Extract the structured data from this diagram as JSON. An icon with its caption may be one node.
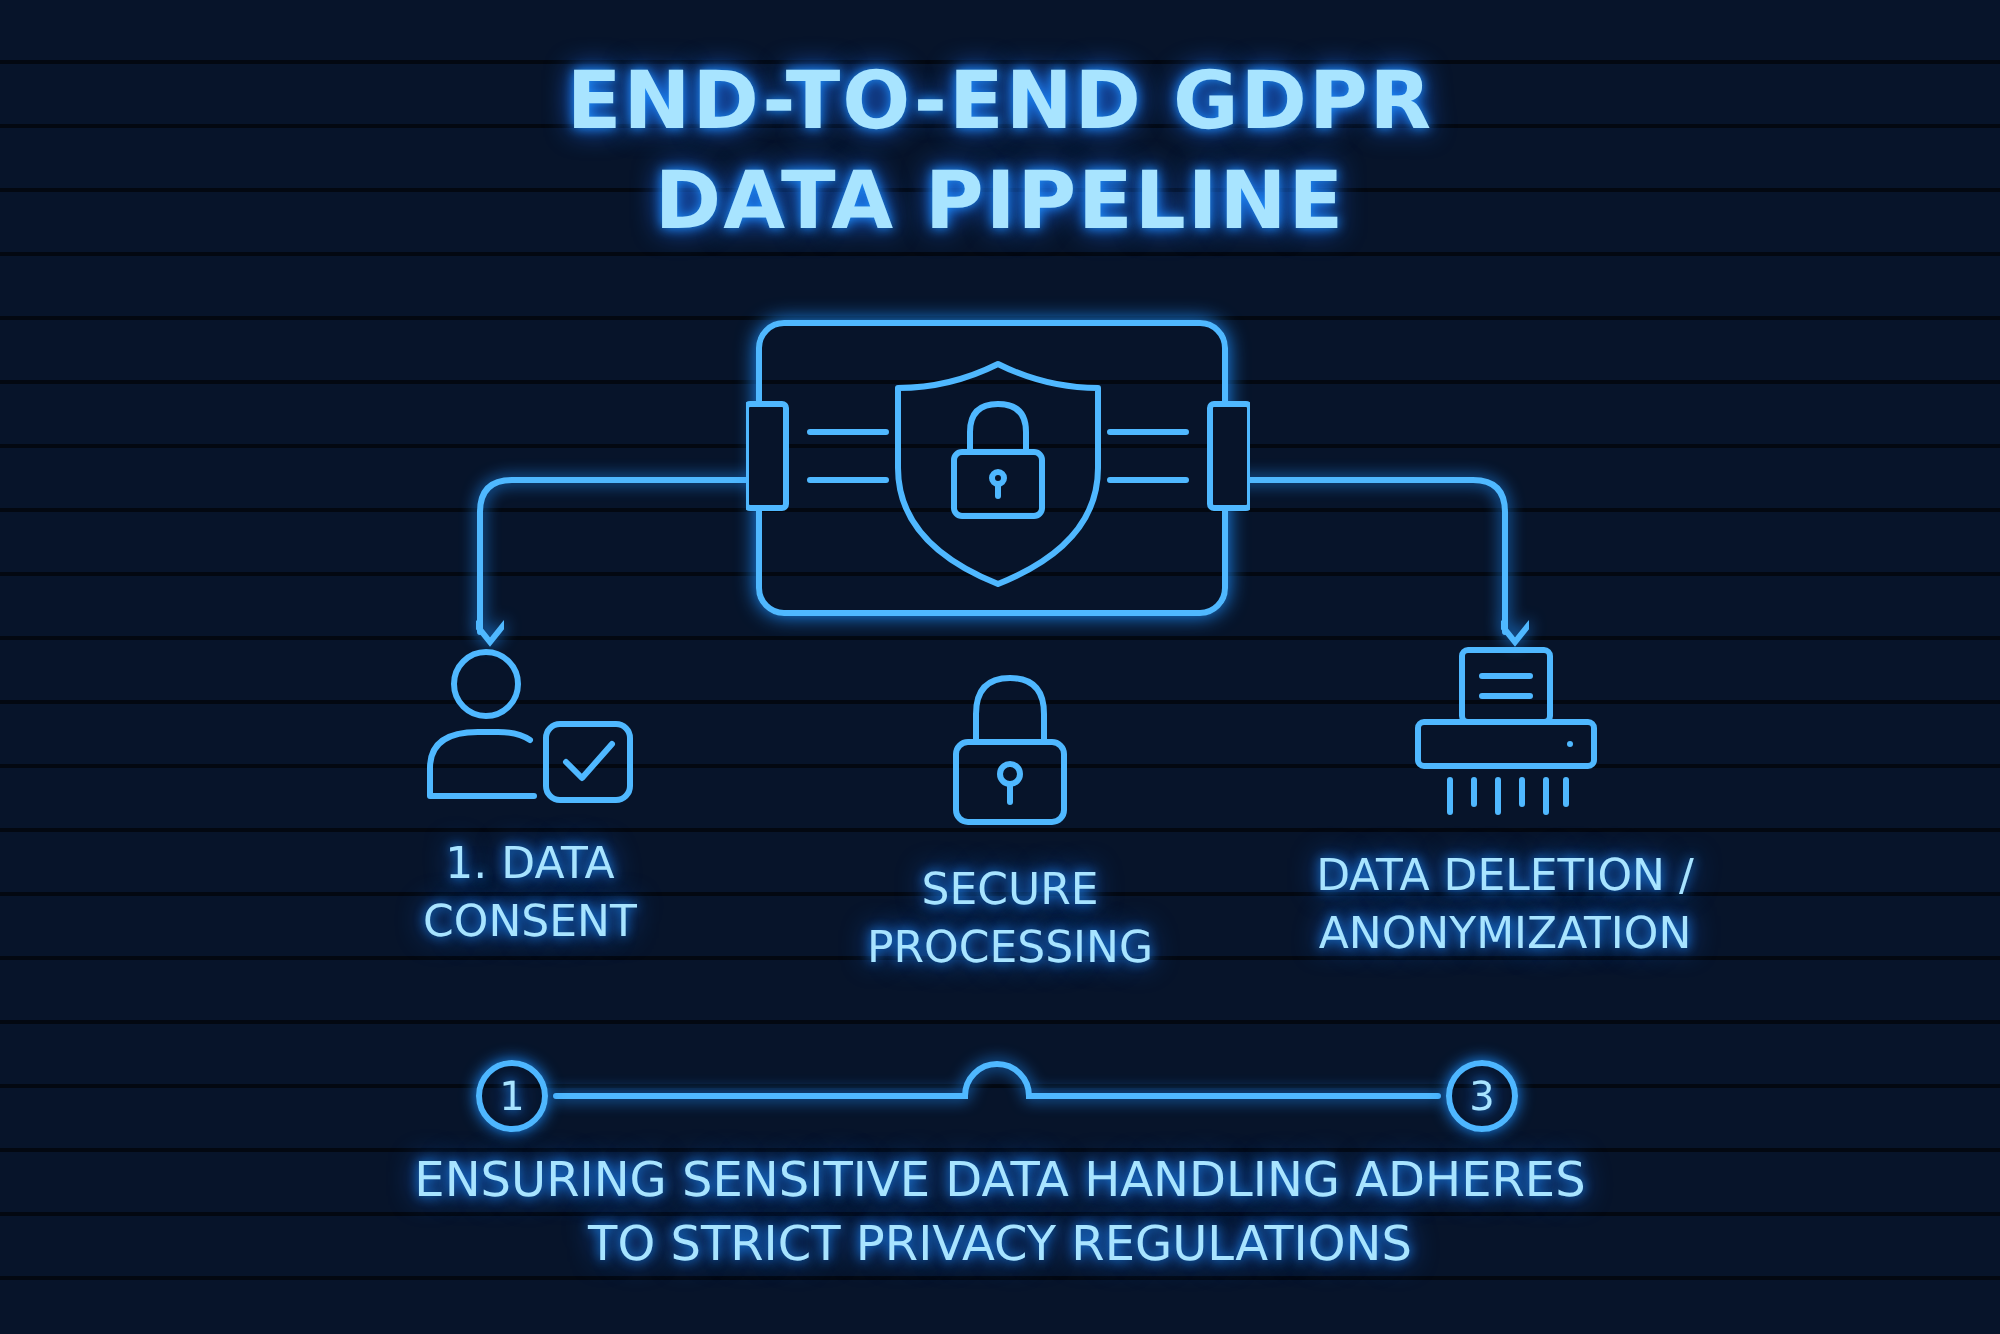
{
  "diagram": {
    "title": "END-TO-END GDPR DATA PIPELINE",
    "nodes": [
      {
        "text": [],
        "shape": "box"
      },
      {
        "text": [
          "1. DATA CONSENT"
        ]
      },
      {
        "text": [
          "SECURE PROCESSING"
        ]
      },
      {
        "text": [
          "DATA DELETION / ANONYMIZATION"
        ]
      },
      {
        "text": [
          "1"
        ]
      },
      {
        "text": [
          "3"
        ]
      }
    ],
    "edges": [
      {
        "from": 0,
        "to": 1,
        "arrow": "to"
      },
      {
        "from": 0,
        "to": 3,
        "arrow": "to"
      },
      {
        "from": 4,
        "to": 5,
        "arrow": "none"
      }
    ],
    "labels": [
      "ENSURING SENSITIVE DATA HANDLING ADHERES TO STRICT PRIVACY REGULATIONS"
    ]
  }
}
